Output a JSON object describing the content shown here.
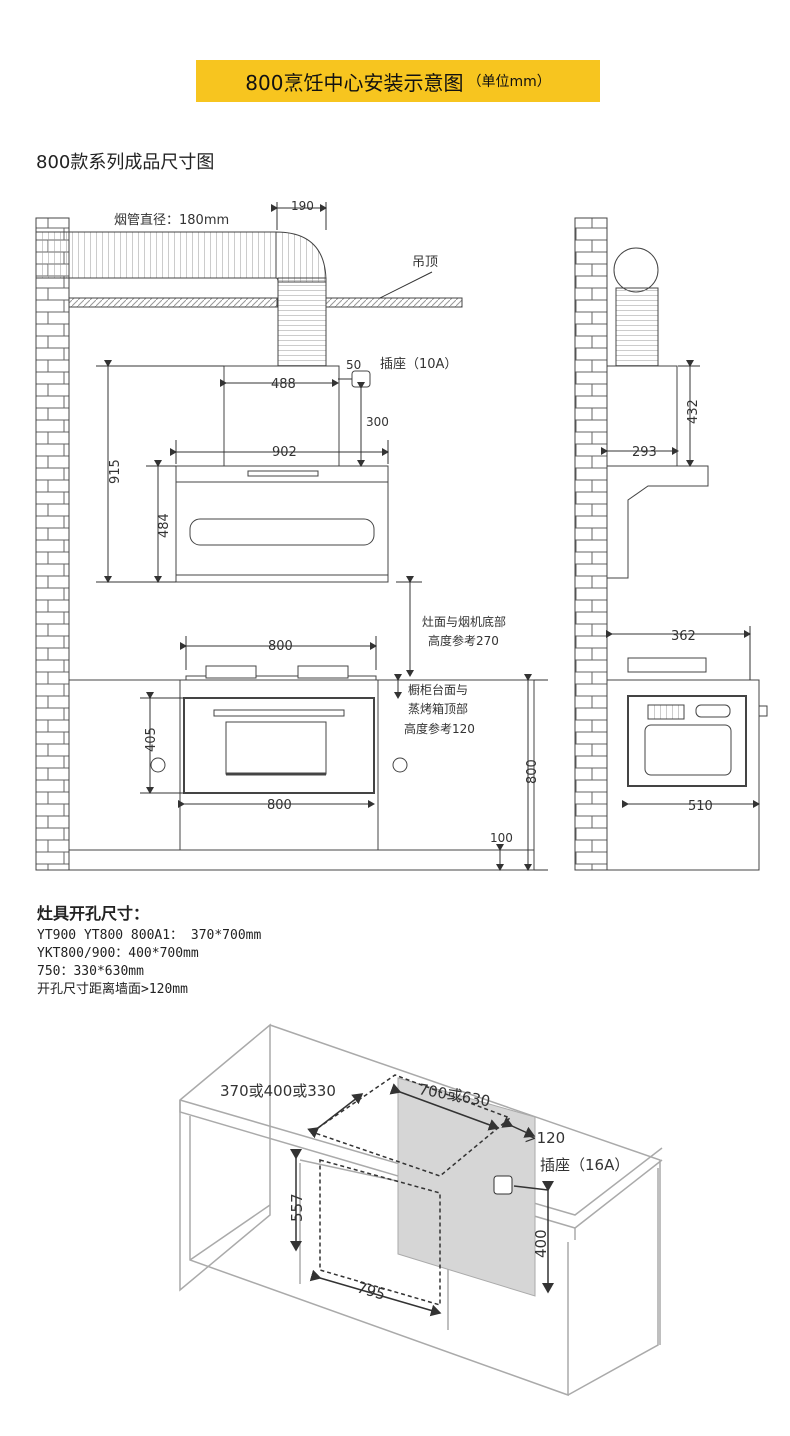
{
  "title": {
    "main": "800烹饪中心安装示意图",
    "unit": "（单位mm）"
  },
  "subtitle": "800款系列成品尺寸图",
  "colors": {
    "banner": "#f7c51f",
    "line": "#444444",
    "brick": "#777777"
  },
  "front_view": {
    "duct_diameter": "烟管直径：180mm",
    "dim_190": "190",
    "ceiling": "吊顶",
    "socket": "插座（10A）",
    "dim_50": "50",
    "dim_488": "488",
    "dim_300": "300",
    "dim_902": "902",
    "dim_915": "915",
    "dim_484": "484",
    "stove_hood_gap": [
      "灶面与烟机底部",
      "高度参考270"
    ],
    "dim_800_top": "800",
    "cabinet_gap": [
      "橱柜台面与",
      "蒸烤箱顶部",
      "高度参考120"
    ],
    "dim_405": "405",
    "dim_800_oven": "800",
    "dim_800_height": "800",
    "dim_100": "100"
  },
  "side_view": {
    "dim_432": "432",
    "dim_293": "293",
    "dim_362": "362",
    "dim_510": "510"
  },
  "cutout": {
    "heading": "灶具开孔尺寸：",
    "lines": [
      "YT900  YT800  800A1：  370*700mm",
      "YKT800/900：400*700mm",
      "750：330*630mm",
      "开孔尺寸距离墙面>120mm"
    ]
  },
  "iso": {
    "width_label": "370或400或330",
    "depth_label": "700或630",
    "wall_label": ">120",
    "socket": "插座（16A）",
    "dim_557": "557",
    "dim_795": "795",
    "dim_400": "400"
  }
}
